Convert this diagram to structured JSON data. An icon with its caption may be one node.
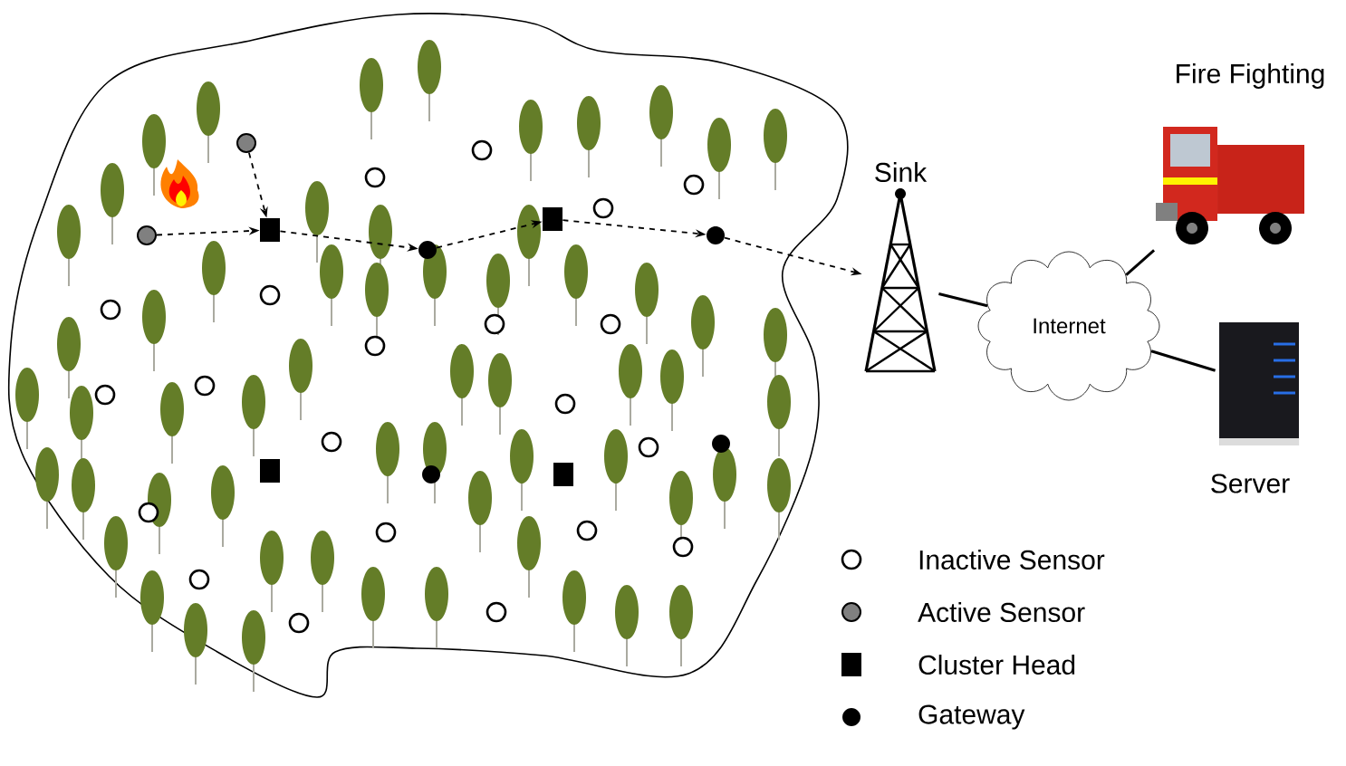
{
  "diagram": {
    "nodes": [
      {
        "text": [],
        "shape": "circle"
      },
      {
        "text": [],
        "shape": "circle"
      },
      {
        "text": [],
        "shape": "box"
      },
      {
        "text": [],
        "shape": "circle"
      },
      {
        "text": [],
        "shape": "box"
      },
      {
        "text": [],
        "shape": "circle"
      },
      {
        "text": [
          "Sink"
        ]
      },
      {
        "text": [
          "Internet"
        ]
      },
      {
        "text": [
          "Fire Fighting"
        ]
      },
      {
        "text": [
          "Server"
        ]
      },
      {
        "text": [],
        "shape": "circle"
      },
      {
        "text": [],
        "shape": "circle"
      },
      {
        "text": [],
        "shape": "circle"
      },
      {
        "text": [],
        "shape": "circle"
      },
      {
        "text": [],
        "shape": "circle"
      },
      {
        "text": [],
        "shape": "circle"
      },
      {
        "text": [],
        "shape": "circle"
      },
      {
        "text": [],
        "shape": "circle"
      },
      {
        "text": [],
        "shape": "circle"
      },
      {
        "text": [],
        "shape": "circle"
      },
      {
        "text": [],
        "shape": "circle"
      },
      {
        "text": [],
        "shape": "circle"
      },
      {
        "text": [],
        "shape": "circle"
      },
      {
        "text": [],
        "shape": "circle"
      },
      {
        "text": [],
        "shape": "circle"
      },
      {
        "text": [],
        "shape": "circle"
      },
      {
        "text": [],
        "shape": "circle"
      },
      {
        "text": [],
        "shape": "circle"
      },
      {
        "text": [],
        "shape": "circle"
      },
      {
        "text": [],
        "shape": "circle"
      },
      {
        "text": [],
        "shape": "circle"
      },
      {
        "text": [],
        "shape": "box"
      },
      {
        "text": [],
        "shape": "box"
      },
      {
        "text": [],
        "shape": "circle"
      },
      {
        "text": [],
        "shape": "circle"
      }
    ],
    "edges": [
      {
        "from": 0,
        "to": 2,
        "arrow": "to",
        "style": "dashed"
      },
      {
        "from": 1,
        "to": 2,
        "arrow": "to",
        "style": "dashed"
      },
      {
        "from": 2,
        "to": 3,
        "arrow": "to",
        "style": "dashed"
      },
      {
        "from": 3,
        "to": 4,
        "arrow": "to",
        "style": "dashed"
      },
      {
        "from": 4,
        "to": 5,
        "arrow": "to",
        "style": "dashed"
      },
      {
        "from": 5,
        "to": 6,
        "arrow": "to",
        "style": "dashed"
      },
      {
        "from": 6,
        "to": 7,
        "arrow": "none"
      },
      {
        "from": 7,
        "to": 8,
        "arrow": "none"
      },
      {
        "from": 7,
        "to": 9,
        "arrow": "none"
      }
    ],
    "legend": [
      {
        "text": "Inactive Sensor"
      },
      {
        "text": "Active Sensor"
      },
      {
        "text": "Cluster Head"
      },
      {
        "text": "Gateway"
      }
    ]
  }
}
